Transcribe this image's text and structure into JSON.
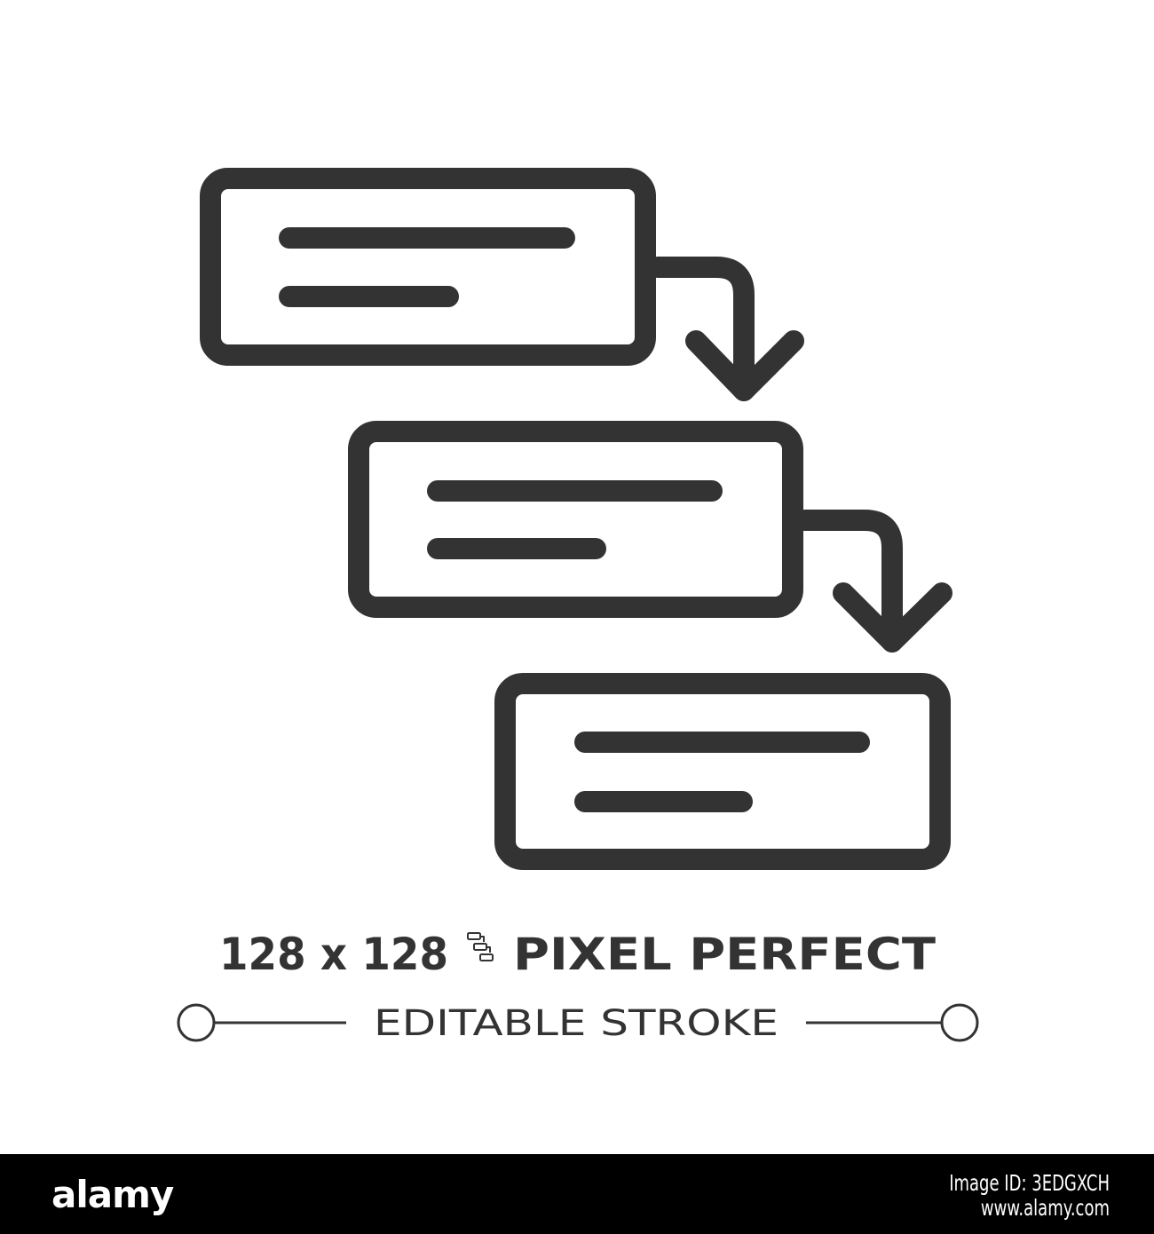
{
  "icon": {
    "name": "cascading-workflow-icon",
    "stroke_color": "#333333"
  },
  "caption": {
    "size_label": "128 x 128",
    "quality_label": "PIXEL PERFECT",
    "stroke_label": "EDITABLE STROKE"
  },
  "footer": {
    "brand": "alamy",
    "image_id_label": "Image ID: 3EDGXCH",
    "site": "www.alamy.com",
    "background_color": "#000000"
  }
}
